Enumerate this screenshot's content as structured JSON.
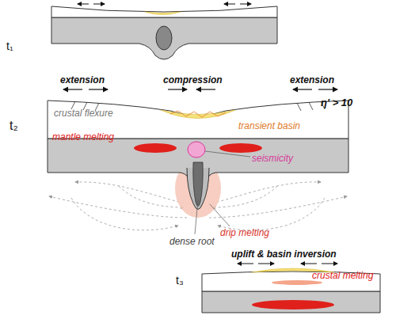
{
  "diagram": {
    "labels": [
      "t₁",
      "extension",
      "compression",
      "extension",
      "crustal flexure",
      "transient basin",
      "η' > 10",
      "t₂",
      "mantle melting",
      "seismicity",
      "dense root",
      "drip melting",
      "uplift & basin inversion",
      "crustal melting",
      "t₃"
    ]
  }
}
